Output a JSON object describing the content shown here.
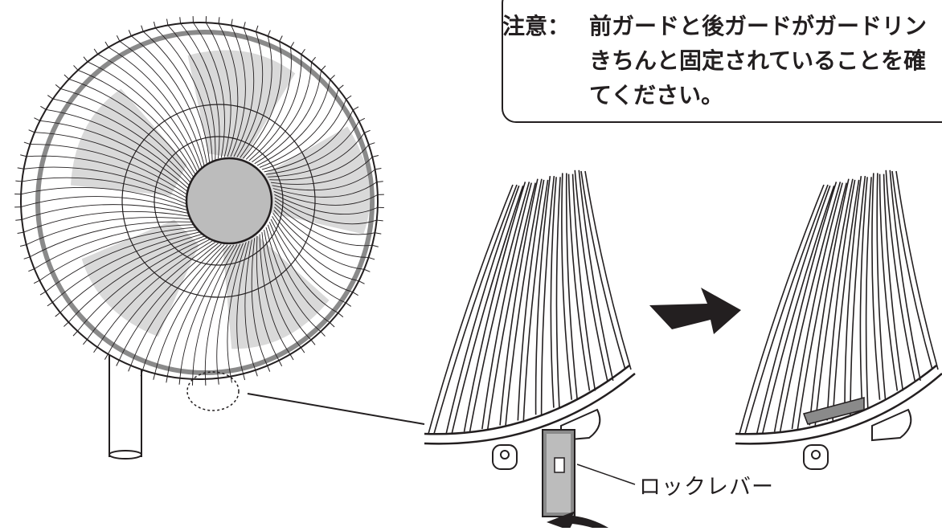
{
  "notice": {
    "prefix": "注意：",
    "line1": "前ガードと後ガードがガードリン",
    "line2": "きちんと固定されていることを確",
    "line3": "てください。"
  },
  "labels": {
    "lock_lever": "ロックレバー"
  },
  "colors": {
    "line": "#231f20",
    "hub_gray": "#bcbcbc",
    "blade_gray": "#d9d9d9",
    "rim_gray": "#8a8a8a"
  }
}
